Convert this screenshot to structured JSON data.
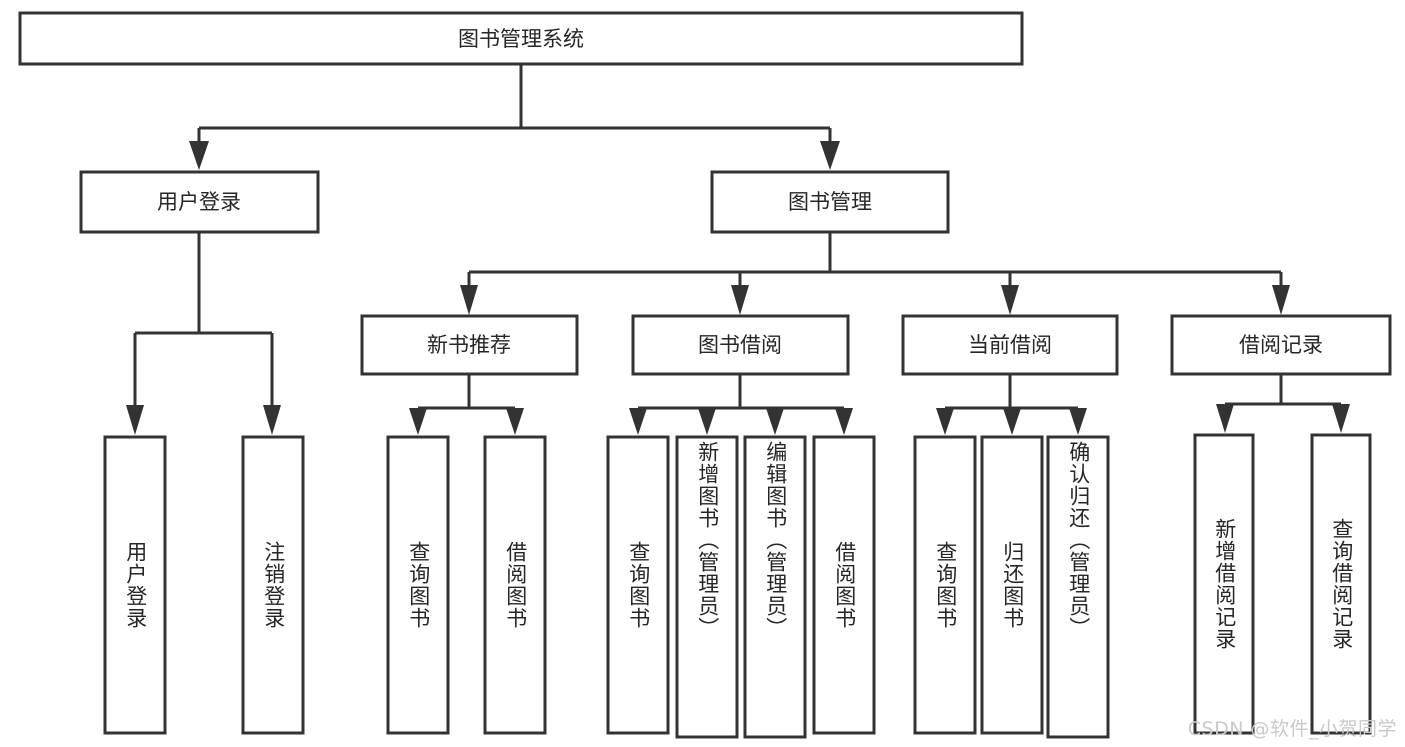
{
  "diagram": {
    "type": "tree-hierarchy",
    "title": "图书管理系统",
    "watermark": "CSDN @软件_小贺同学",
    "colors": {
      "background": "#ffffff",
      "box_fill": "#ffffff",
      "box_stroke": "#333333",
      "text": "#262626",
      "watermark": "#c9c9c9"
    },
    "levels": [
      {
        "level": 1,
        "nodes": [
          {
            "id": "root",
            "label": "图书管理系统",
            "orientation": "horizontal"
          }
        ]
      },
      {
        "level": 2,
        "nodes": [
          {
            "id": "login",
            "label": "用户登录",
            "orientation": "horizontal",
            "parent": "root"
          },
          {
            "id": "bookmgmt",
            "label": "图书管理",
            "orientation": "horizontal",
            "parent": "root"
          }
        ]
      },
      {
        "level": 3,
        "nodes": [
          {
            "id": "newbook",
            "label": "新书推荐",
            "orientation": "horizontal",
            "parent": "bookmgmt"
          },
          {
            "id": "borrow",
            "label": "图书借阅",
            "orientation": "horizontal",
            "parent": "bookmgmt"
          },
          {
            "id": "current",
            "label": "当前借阅",
            "orientation": "horizontal",
            "parent": "bookmgmt"
          },
          {
            "id": "records",
            "label": "借阅记录",
            "orientation": "horizontal",
            "parent": "bookmgmt"
          }
        ]
      },
      {
        "level": 4,
        "nodes": [
          {
            "id": "leaf-1",
            "label": "用户登录",
            "orientation": "vertical",
            "parent": "login"
          },
          {
            "id": "leaf-2",
            "label": "注销登录",
            "orientation": "vertical",
            "parent": "login"
          },
          {
            "id": "leaf-3",
            "label": "查询图书",
            "orientation": "vertical",
            "parent": "newbook"
          },
          {
            "id": "leaf-4",
            "label": "借阅图书",
            "orientation": "vertical",
            "parent": "newbook"
          },
          {
            "id": "leaf-5",
            "label": "查询图书",
            "orientation": "vertical",
            "parent": "borrow"
          },
          {
            "id": "leaf-6",
            "label": "新增图书（管理员）",
            "orientation": "vertical",
            "parent": "borrow"
          },
          {
            "id": "leaf-7",
            "label": "编辑图书（管理员）",
            "orientation": "vertical",
            "parent": "borrow"
          },
          {
            "id": "leaf-8",
            "label": "借阅图书",
            "orientation": "vertical",
            "parent": "borrow"
          },
          {
            "id": "leaf-9",
            "label": "查询图书",
            "orientation": "vertical",
            "parent": "current"
          },
          {
            "id": "leaf-10",
            "label": "归还图书",
            "orientation": "vertical",
            "parent": "current"
          },
          {
            "id": "leaf-11",
            "label": "确认归还（管理员）",
            "orientation": "vertical",
            "parent": "current"
          },
          {
            "id": "leaf-12",
            "label": "新增借阅记录",
            "orientation": "vertical",
            "parent": "records"
          },
          {
            "id": "leaf-13",
            "label": "查询借阅记录",
            "orientation": "vertical",
            "parent": "records"
          }
        ]
      }
    ]
  }
}
